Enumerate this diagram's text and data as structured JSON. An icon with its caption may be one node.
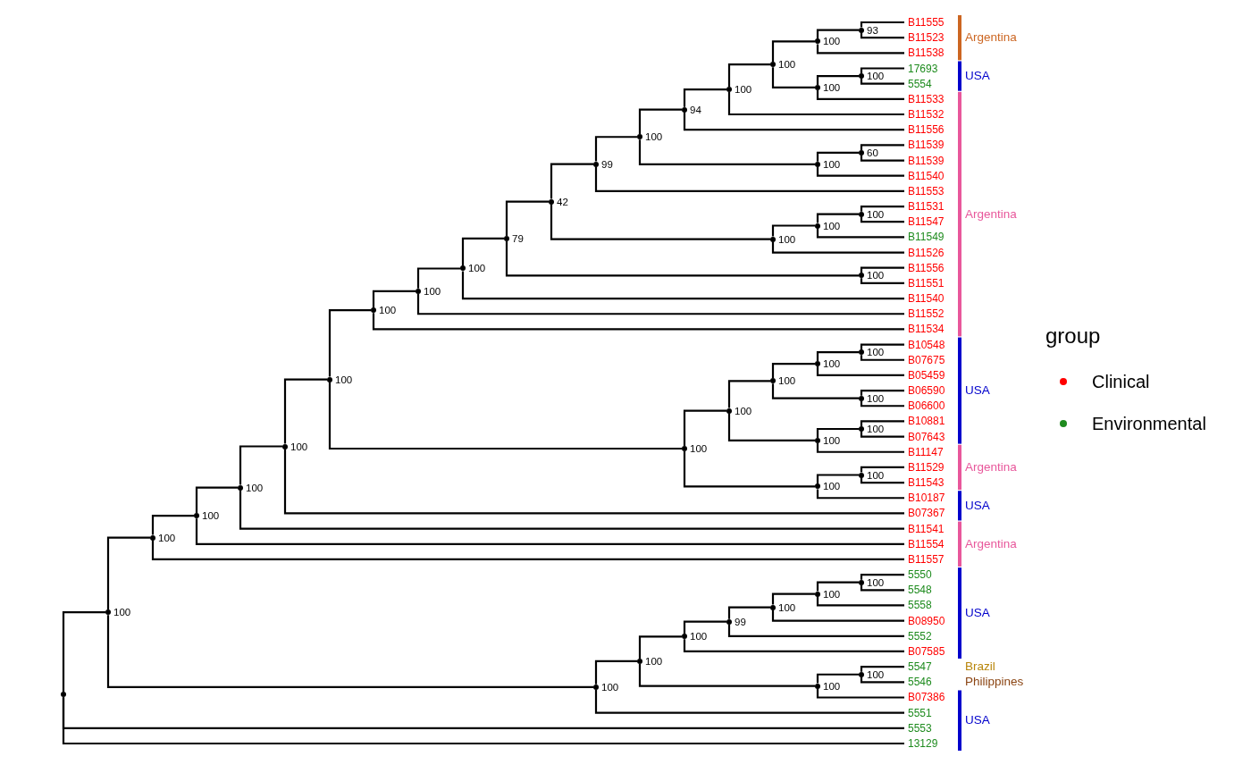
{
  "diagram": {
    "nodes": [
      {
        "text": [
          "B11555"
        ]
      },
      {
        "text": [
          "B11523"
        ]
      },
      {
        "text": [
          "B11538"
        ]
      },
      {
        "text": [
          "17693"
        ]
      },
      {
        "text": [
          "5554"
        ]
      },
      {
        "text": [
          "B11533"
        ]
      },
      {
        "text": [
          "B11532"
        ]
      },
      {
        "text": [
          "B11556"
        ]
      },
      {
        "text": [
          "B11539"
        ]
      },
      {
        "text": [
          "B11539"
        ]
      },
      {
        "text": [
          "B11540"
        ]
      },
      {
        "text": [
          "B11553"
        ]
      },
      {
        "text": [
          "B11531"
        ]
      },
      {
        "text": [
          "B11547"
        ]
      },
      {
        "text": [
          "B11549"
        ]
      },
      {
        "text": [
          "B11526"
        ]
      },
      {
        "text": [
          "B11556"
        ]
      },
      {
        "text": [
          "B11551"
        ]
      },
      {
        "text": [
          "B11540"
        ]
      },
      {
        "text": [
          "B11552"
        ]
      },
      {
        "text": [
          "B11534"
        ]
      },
      {
        "text": [
          "B10548"
        ]
      },
      {
        "text": [
          "B07675"
        ]
      },
      {
        "text": [
          "B05459"
        ]
      },
      {
        "text": [
          "B06590"
        ]
      },
      {
        "text": [
          "B06600"
        ]
      },
      {
        "text": [
          "B10881"
        ]
      },
      {
        "text": [
          "B07643"
        ]
      },
      {
        "text": [
          "B11147"
        ]
      },
      {
        "text": [
          "B11529"
        ]
      },
      {
        "text": [
          "B11543"
        ]
      },
      {
        "text": [
          "B10187"
        ]
      },
      {
        "text": [
          "B07367"
        ]
      },
      {
        "text": [
          "B11541"
        ]
      },
      {
        "text": [
          "B11554"
        ]
      },
      {
        "text": [
          "B11557"
        ]
      },
      {
        "text": [
          "5550"
        ]
      },
      {
        "text": [
          "5548"
        ]
      },
      {
        "text": [
          "5558"
        ]
      },
      {
        "text": [
          "B08950"
        ]
      },
      {
        "text": [
          "5552"
        ]
      },
      {
        "text": [
          "B07585"
        ]
      },
      {
        "text": [
          "5547"
        ]
      },
      {
        "text": [
          "5546"
        ]
      },
      {
        "text": [
          "B07386"
        ]
      },
      {
        "text": [
          "5551"
        ]
      },
      {
        "text": [
          "5553"
        ]
      },
      {
        "text": [
          "13129"
        ]
      },
      {
        "text": [],
        "shape": "circle",
        "beside": [
          "93"
        ]
      },
      {
        "text": [],
        "shape": "circle",
        "beside": [
          "100"
        ]
      },
      {
        "text": [],
        "shape": "circle",
        "beside": [
          "100"
        ]
      },
      {
        "text": [],
        "shape": "circle",
        "beside": [
          "100"
        ]
      },
      {
        "text": [],
        "shape": "circle",
        "beside": [
          "100"
        ]
      },
      {
        "text": [],
        "shape": "circle",
        "beside": [
          "100"
        ]
      },
      {
        "text": [],
        "shape": "circle",
        "beside": [
          "94"
        ]
      },
      {
        "text": [],
        "shape": "circle",
        "beside": [
          "60"
        ]
      },
      {
        "text": [],
        "shape": "circle",
        "beside": [
          "100"
        ]
      },
      {
        "text": [],
        "shape": "circle",
        "beside": [
          "100"
        ]
      },
      {
        "text": [],
        "shape": "circle",
        "beside": [
          "99"
        ]
      },
      {
        "text": [],
        "shape": "circle",
        "beside": [
          "100"
        ]
      },
      {
        "text": [],
        "shape": "circle",
        "beside": [
          "100"
        ]
      },
      {
        "text": [],
        "shape": "circle",
        "beside": [
          "100"
        ]
      },
      {
        "text": [],
        "shape": "circle",
        "beside": [
          "42"
        ]
      },
      {
        "text": [],
        "shape": "circle",
        "beside": [
          "100"
        ]
      },
      {
        "text": [],
        "shape": "circle",
        "beside": [
          "79"
        ]
      },
      {
        "text": [],
        "shape": "circle",
        "beside": [
          "100"
        ]
      },
      {
        "text": [],
        "shape": "circle",
        "beside": [
          "100"
        ]
      },
      {
        "text": [],
        "shape": "circle",
        "beside": [
          "100"
        ]
      },
      {
        "text": [],
        "shape": "circle",
        "beside": [
          "100"
        ]
      },
      {
        "text": [],
        "shape": "circle",
        "beside": [
          "100"
        ]
      },
      {
        "text": [],
        "shape": "circle",
        "beside": [
          "100"
        ]
      },
      {
        "text": [],
        "shape": "circle",
        "beside": [
          "100"
        ]
      },
      {
        "text": [],
        "shape": "circle",
        "beside": [
          "100"
        ]
      },
      {
        "text": [],
        "shape": "circle",
        "beside": [
          "100"
        ]
      },
      {
        "text": [],
        "shape": "circle",
        "beside": [
          "100"
        ]
      },
      {
        "text": [],
        "shape": "circle",
        "beside": [
          "100"
        ]
      },
      {
        "text": [],
        "shape": "circle",
        "beside": [
          "100"
        ]
      },
      {
        "text": [],
        "shape": "circle",
        "beside": [
          "100"
        ]
      },
      {
        "text": [],
        "shape": "circle",
        "beside": [
          "100"
        ]
      },
      {
        "text": [],
        "shape": "circle",
        "beside": [
          "100"
        ]
      },
      {
        "text": [],
        "shape": "circle",
        "beside": [
          "100"
        ]
      },
      {
        "text": [],
        "shape": "circle",
        "beside": [
          "100"
        ]
      },
      {
        "text": [],
        "shape": "circle",
        "beside": [
          "100"
        ]
      },
      {
        "text": [],
        "shape": "circle",
        "beside": [
          "100"
        ]
      },
      {
        "text": [],
        "shape": "circle",
        "beside": [
          "100"
        ]
      },
      {
        "text": [],
        "shape": "circle",
        "beside": [
          "100"
        ]
      },
      {
        "text": [],
        "shape": "circle",
        "beside": [
          "99"
        ]
      },
      {
        "text": [],
        "shape": "circle",
        "beside": [
          "100"
        ]
      },
      {
        "text": [],
        "shape": "circle",
        "beside": [
          "100"
        ]
      },
      {
        "text": [],
        "shape": "circle",
        "beside": [
          "100"
        ]
      },
      {
        "text": [],
        "shape": "circle",
        "beside": [
          "100"
        ]
      },
      {
        "text": [],
        "shape": "circle",
        "beside": [
          "100"
        ]
      },
      {
        "text": [],
        "shape": "circle",
        "beside": [
          "100"
        ]
      },
      {
        "text": [],
        "shape": "circle"
      }
    ],
    "edges": [
      {
        "from": 48,
        "to": 0,
        "arrow": "none"
      },
      {
        "from": 48,
        "to": 1,
        "arrow": "none"
      },
      {
        "from": 49,
        "to": 48,
        "arrow": "none"
      },
      {
        "from": 49,
        "to": 2,
        "arrow": "none"
      },
      {
        "from": 50,
        "to": 3,
        "arrow": "none"
      },
      {
        "from": 50,
        "to": 4,
        "arrow": "none"
      },
      {
        "from": 51,
        "to": 50,
        "arrow": "none"
      },
      {
        "from": 51,
        "to": 5,
        "arrow": "none"
      },
      {
        "from": 52,
        "to": 49,
        "arrow": "none"
      },
      {
        "from": 52,
        "to": 51,
        "arrow": "none"
      },
      {
        "from": 53,
        "to": 52,
        "arrow": "none"
      },
      {
        "from": 53,
        "to": 6,
        "arrow": "none"
      },
      {
        "from": 54,
        "to": 53,
        "arrow": "none"
      },
      {
        "from": 54,
        "to": 7,
        "arrow": "none"
      },
      {
        "from": 55,
        "to": 8,
        "arrow": "none"
      },
      {
        "from": 55,
        "to": 9,
        "arrow": "none"
      },
      {
        "from": 56,
        "to": 55,
        "arrow": "none"
      },
      {
        "from": 56,
        "to": 10,
        "arrow": "none"
      },
      {
        "from": 57,
        "to": 54,
        "arrow": "none"
      },
      {
        "from": 57,
        "to": 56,
        "arrow": "none"
      },
      {
        "from": 58,
        "to": 57,
        "arrow": "none"
      },
      {
        "from": 58,
        "to": 11,
        "arrow": "none"
      },
      {
        "from": 59,
        "to": 12,
        "arrow": "none"
      },
      {
        "from": 59,
        "to": 13,
        "arrow": "none"
      },
      {
        "from": 60,
        "to": 59,
        "arrow": "none"
      },
      {
        "from": 60,
        "to": 14,
        "arrow": "none"
      },
      {
        "from": 61,
        "to": 60,
        "arrow": "none"
      },
      {
        "from": 61,
        "to": 15,
        "arrow": "none"
      },
      {
        "from": 62,
        "to": 58,
        "arrow": "none"
      },
      {
        "from": 62,
        "to": 61,
        "arrow": "none"
      },
      {
        "from": 63,
        "to": 16,
        "arrow": "none"
      },
      {
        "from": 63,
        "to": 17,
        "arrow": "none"
      },
      {
        "from": 64,
        "to": 62,
        "arrow": "none"
      },
      {
        "from": 64,
        "to": 63,
        "arrow": "none"
      },
      {
        "from": 65,
        "to": 64,
        "arrow": "none"
      },
      {
        "from": 65,
        "to": 18,
        "arrow": "none"
      },
      {
        "from": 66,
        "to": 65,
        "arrow": "none"
      },
      {
        "from": 66,
        "to": 19,
        "arrow": "none"
      },
      {
        "from": 67,
        "to": 66,
        "arrow": "none"
      },
      {
        "from": 67,
        "to": 20,
        "arrow": "none"
      },
      {
        "from": 68,
        "to": 21,
        "arrow": "none"
      },
      {
        "from": 68,
        "to": 22,
        "arrow": "none"
      },
      {
        "from": 69,
        "to": 68,
        "arrow": "none"
      },
      {
        "from": 69,
        "to": 23,
        "arrow": "none"
      },
      {
        "from": 70,
        "to": 24,
        "arrow": "none"
      },
      {
        "from": 70,
        "to": 25,
        "arrow": "none"
      },
      {
        "from": 71,
        "to": 69,
        "arrow": "none"
      },
      {
        "from": 71,
        "to": 70,
        "arrow": "none"
      },
      {
        "from": 72,
        "to": 26,
        "arrow": "none"
      },
      {
        "from": 72,
        "to": 27,
        "arrow": "none"
      },
      {
        "from": 73,
        "to": 72,
        "arrow": "none"
      },
      {
        "from": 73,
        "to": 28,
        "arrow": "none"
      },
      {
        "from": 74,
        "to": 71,
        "arrow": "none"
      },
      {
        "from": 74,
        "to": 73,
        "arrow": "none"
      },
      {
        "from": 75,
        "to": 29,
        "arrow": "none"
      },
      {
        "from": 75,
        "to": 30,
        "arrow": "none"
      },
      {
        "from": 76,
        "to": 75,
        "arrow": "none"
      },
      {
        "from": 76,
        "to": 31,
        "arrow": "none"
      },
      {
        "from": 77,
        "to": 74,
        "arrow": "none"
      },
      {
        "from": 77,
        "to": 76,
        "arrow": "none"
      },
      {
        "from": 78,
        "to": 67,
        "arrow": "none"
      },
      {
        "from": 78,
        "to": 77,
        "arrow": "none"
      },
      {
        "from": 79,
        "to": 78,
        "arrow": "none"
      },
      {
        "from": 79,
        "to": 32,
        "arrow": "none"
      },
      {
        "from": 80,
        "to": 79,
        "arrow": "none"
      },
      {
        "from": 80,
        "to": 33,
        "arrow": "none"
      },
      {
        "from": 81,
        "to": 80,
        "arrow": "none"
      },
      {
        "from": 81,
        "to": 34,
        "arrow": "none"
      },
      {
        "from": 82,
        "to": 81,
        "arrow": "none"
      },
      {
        "from": 82,
        "to": 35,
        "arrow": "none"
      },
      {
        "from": 83,
        "to": 36,
        "arrow": "none"
      },
      {
        "from": 83,
        "to": 37,
        "arrow": "none"
      },
      {
        "from": 84,
        "to": 83,
        "arrow": "none"
      },
      {
        "from": 84,
        "to": 38,
        "arrow": "none"
      },
      {
        "from": 85,
        "to": 84,
        "arrow": "none"
      },
      {
        "from": 85,
        "to": 39,
        "arrow": "none"
      },
      {
        "from": 86,
        "to": 85,
        "arrow": "none"
      },
      {
        "from": 86,
        "to": 40,
        "arrow": "none"
      },
      {
        "from": 87,
        "to": 86,
        "arrow": "none"
      },
      {
        "from": 87,
        "to": 41,
        "arrow": "none"
      },
      {
        "from": 88,
        "to": 42,
        "arrow": "none"
      },
      {
        "from": 88,
        "to": 43,
        "arrow": "none"
      },
      {
        "from": 89,
        "to": 88,
        "arrow": "none"
      },
      {
        "from": 89,
        "to": 44,
        "arrow": "none"
      },
      {
        "from": 90,
        "to": 87,
        "arrow": "none"
      },
      {
        "from": 90,
        "to": 89,
        "arrow": "none"
      },
      {
        "from": 91,
        "to": 90,
        "arrow": "none"
      },
      {
        "from": 91,
        "to": 45,
        "arrow": "none"
      },
      {
        "from": 92,
        "to": 82,
        "arrow": "none"
      },
      {
        "from": 92,
        "to": 91,
        "arrow": "none"
      },
      {
        "from": 93,
        "to": 92,
        "arrow": "none"
      },
      {
        "from": 93,
        "to": 46,
        "arrow": "none"
      },
      {
        "from": 93,
        "to": 47,
        "arrow": "none"
      }
    ],
    "labels": [
      "Argentina",
      "USA",
      "Argentina",
      "group",
      "USA",
      "Argentina",
      "USA",
      "Argentina",
      "USA",
      "Brazil",
      "Philippines",
      "USA"
    ],
    "legend": [
      {
        "text": "Clinical",
        "color": "#ff0000"
      },
      {
        "text": "Environmental",
        "color": "#1e8b1e"
      }
    ]
  }
}
